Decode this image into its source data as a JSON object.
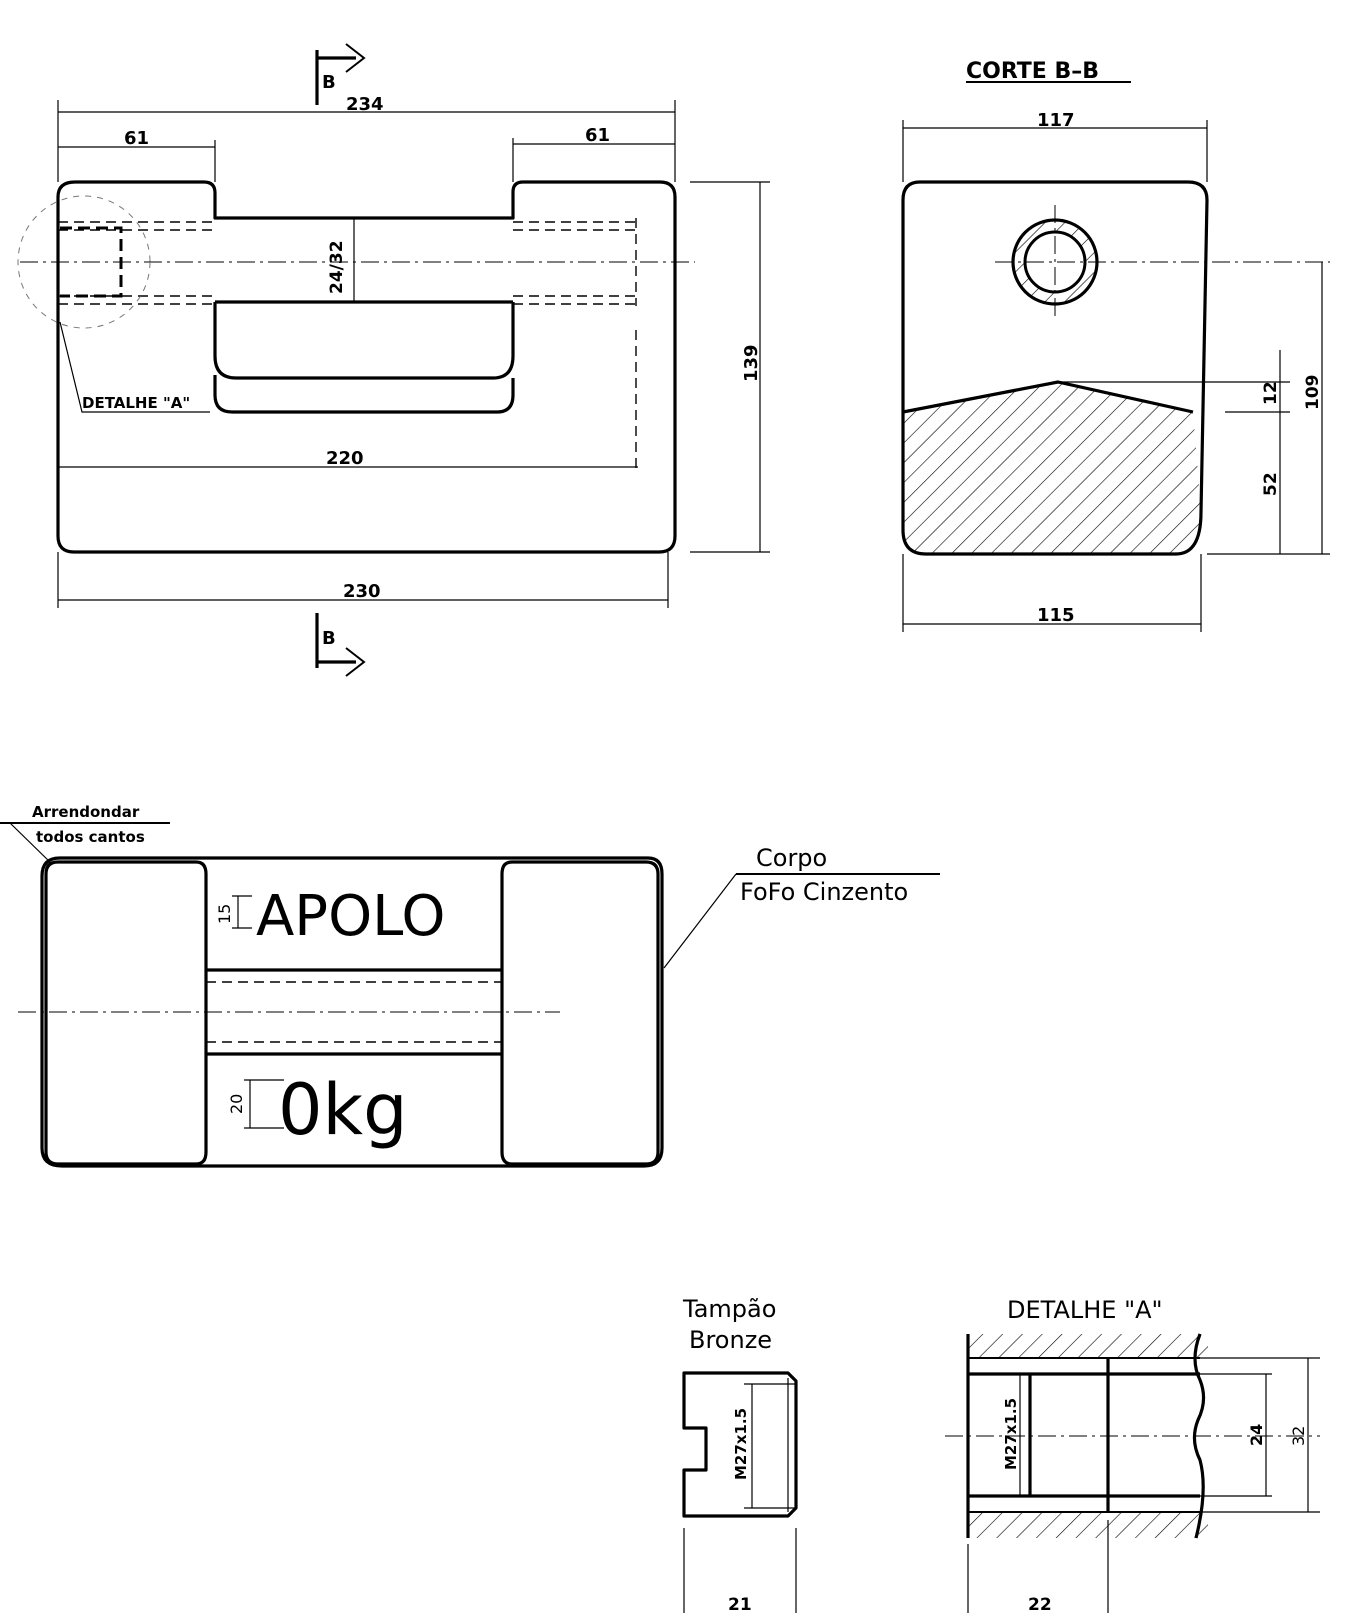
{
  "front_view": {
    "section_mark": "B",
    "dim_overall_top": "234",
    "dim_left_block": "61",
    "dim_right_block": "61",
    "dim_hole": "24/32",
    "dim_height": "139",
    "dim_hole_length": "220",
    "dim_base": "230",
    "detail_callout": "DETALHE \"A\""
  },
  "section_view": {
    "title": "CORTE B–B",
    "dim_top": "117",
    "dim_bottom": "115",
    "dim_cavity_peak": "12",
    "dim_cavity": "52",
    "dim_hole_height": "109"
  },
  "top_view": {
    "note_round_line1": "Arrendondar",
    "note_round_line2": "todos cantos",
    "note_body_line1": "Corpo",
    "note_body_line2": "FoFo Cinzento",
    "emboss_name": "APOLO",
    "emboss_weight": "0kg",
    "dim_name_height": "15",
    "dim_weight_height": "20"
  },
  "plug": {
    "title_line1": "Tampão",
    "title_line2": "Bronze",
    "thread": "M27x1.5",
    "dim_bottom": "21"
  },
  "detail_a": {
    "title": "DETALHE \"A\"",
    "thread": "M27x1.5",
    "dim_inner": "24",
    "dim_outer": "32",
    "dim_bottom": "22"
  }
}
